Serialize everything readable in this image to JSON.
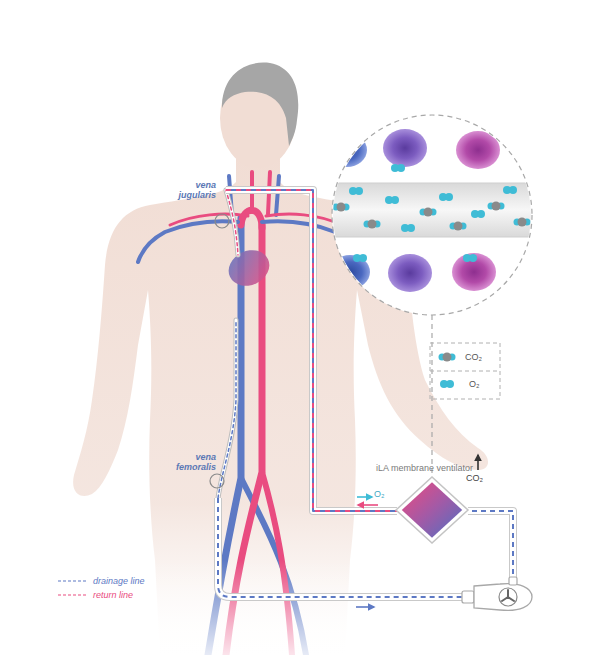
{
  "diagram": {
    "nodes": [
      {
        "text": [
          "iLA membrane ventilator"
        ]
      }
    ],
    "labels": [
      "vena jugularis",
      "vena femoralis",
      "O₂",
      "CO₂"
    ],
    "legend": [
      {
        "text": "CO₂"
      },
      {
        "text": "O₂"
      },
      {
        "text": "drainage line"
      },
      {
        "text": "return line"
      }
    ]
  }
}
